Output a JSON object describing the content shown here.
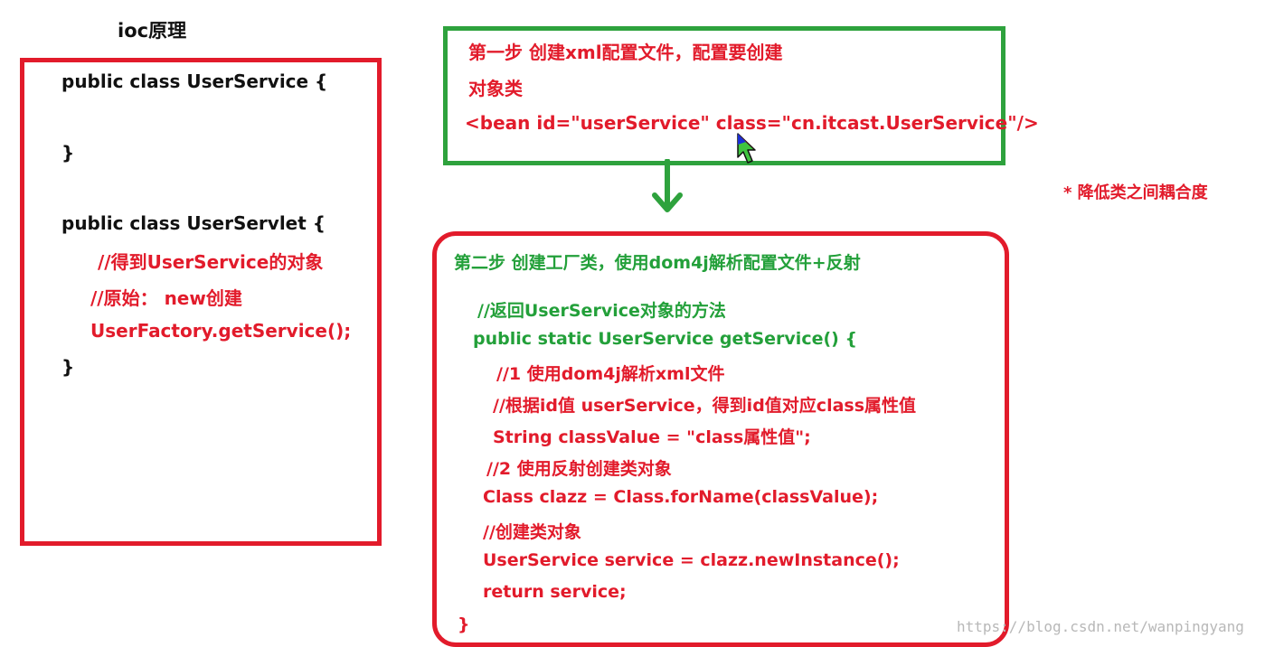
{
  "title": "ioc原理",
  "left_box": {
    "lines": [
      "public class UserService {",
      "}",
      "public class UserServlet {",
      "//得到UserService的对象",
      "//原始： new创建",
      "UserFactory.getService();",
      "}"
    ]
  },
  "top_box": {
    "step1_line1": "第一步 创建xml配置文件，配置要创建",
    "step1_line2": "对象类",
    "xml": "<bean id=\"userService\"  class=\"cn.itcast.UserService\"/>"
  },
  "side_note": "* 降低类之间耦合度",
  "bottom_box": {
    "step2": "第二步 创建工厂类，使用dom4j解析配置文件+反射",
    "lines": [
      "//返回UserService对象的方法",
      "public static UserService getService() {",
      "//1 使用dom4j解析xml文件",
      "//根据id值 userService，得到id值对应class属性值",
      "String  classValue = \"class属性值\";",
      "//2 使用反射创建类对象",
      "Class clazz = Class.forName(classValue);",
      "//创建类对象",
      "UserService service = clazz.newInstance();",
      "return service;",
      "}"
    ]
  },
  "watermark": "https://blog.csdn.net/wanpingyang",
  "colors": {
    "red": "#e21b2b",
    "green": "#23a03a",
    "green_border": "#2ea23d",
    "black": "#111111"
  }
}
